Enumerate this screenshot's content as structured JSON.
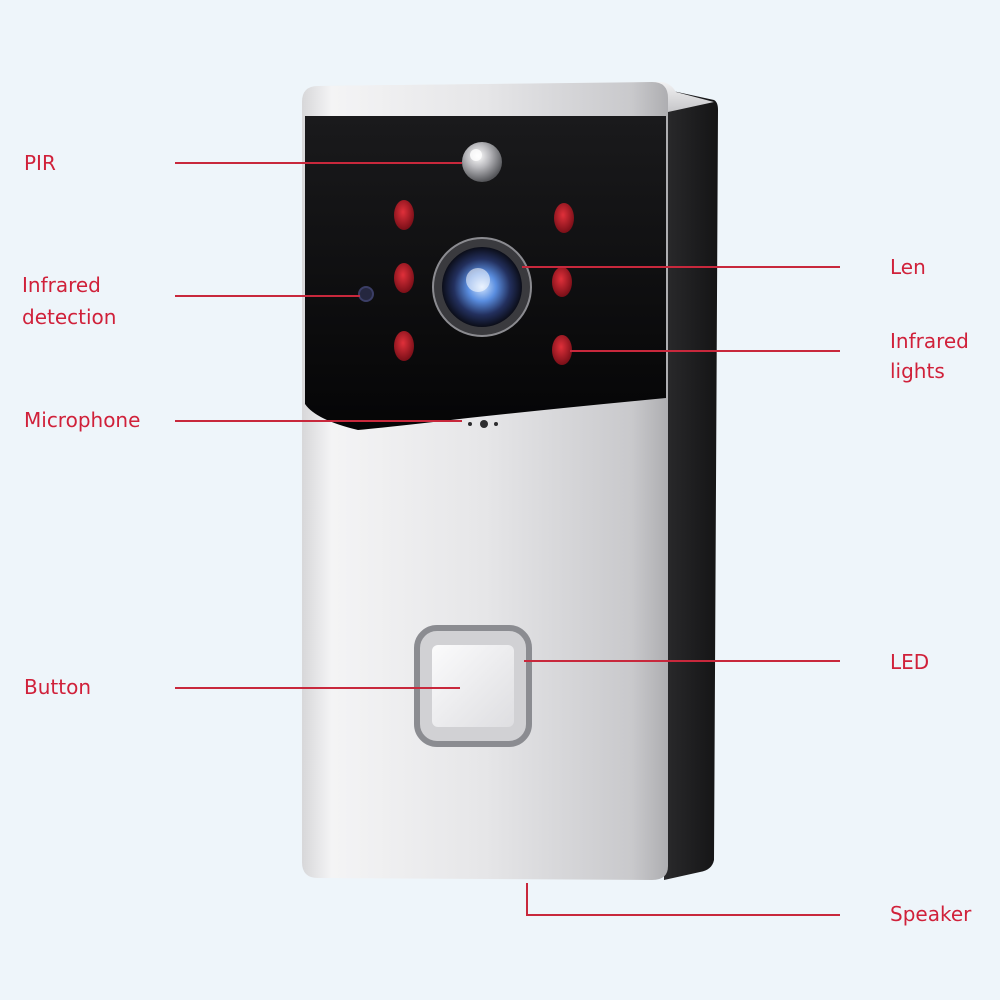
{
  "colors": {
    "label": "#d0213a",
    "line": "#c8283c",
    "background": "#eef5fa"
  },
  "labels": {
    "pir": "PIR",
    "infrared_detection_line1": "Infrared",
    "infrared_detection_line2": "detection",
    "microphone": "Microphone",
    "button": "Button",
    "len": "Len",
    "infrared_lights_line1": "Infrared",
    "infrared_lights_line2": "lights",
    "led": "LED",
    "speaker": "Speaker"
  }
}
